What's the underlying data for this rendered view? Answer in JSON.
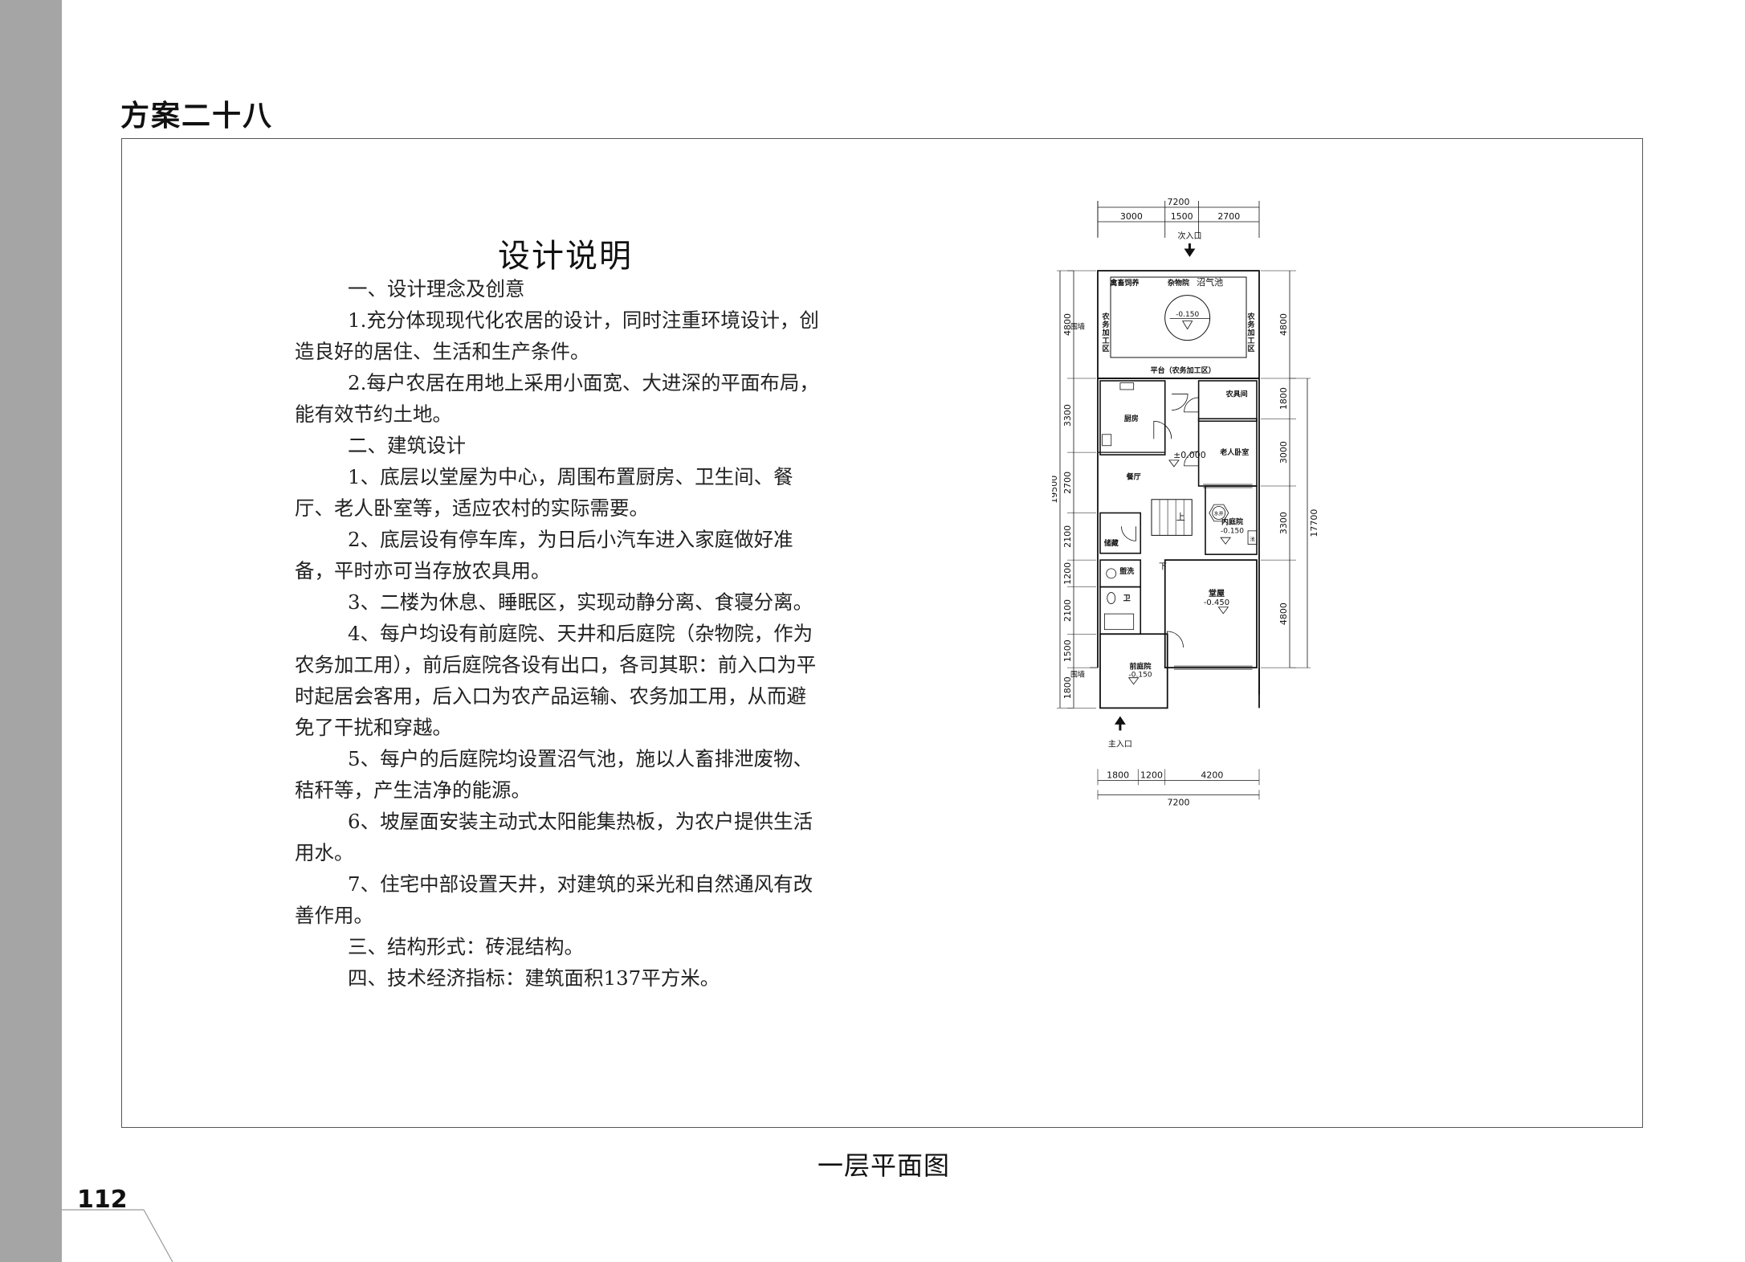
{
  "page": {
    "scheme_title": "方案二十八",
    "page_number": "112",
    "caption": "一层平面图"
  },
  "description": {
    "title": "设计说明",
    "paragraphs": [
      {
        "kind": "sec",
        "text": "一、设计理念及创意"
      },
      {
        "kind": "para",
        "text": "1.充分体现现代化农居的设计，同时注重环境设计，创造良好的居住、生活和生产条件。"
      },
      {
        "kind": "para",
        "text": "2.每户农居在用地上采用小面宽、大进深的平面布局，能有效节约土地。"
      },
      {
        "kind": "sec",
        "text": "二、建筑设计"
      },
      {
        "kind": "para",
        "text": "1、底层以堂屋为中心，周围布置厨房、卫生间、餐厅、老人卧室等，适应农村的实际需要。"
      },
      {
        "kind": "para",
        "text": "2、底层设有停车库，为日后小汽车进入家庭做好准备，平时亦可当存放农具用。"
      },
      {
        "kind": "para",
        "text": "3、二楼为休息、睡眠区，实现动静分离、食寝分离。"
      },
      {
        "kind": "para",
        "text": "4、每户均设有前庭院、天井和后庭院（杂物院，作为农务加工用），前后庭院各设有出口，各司其职：前入口为平时起居会客用，后入口为农产品运输、农务加工用，从而避免了干扰和穿越。"
      },
      {
        "kind": "para",
        "text": "5、每户的后庭院均设置沼气池，施以人畜排泄废物、秸秆等，产生洁净的能源。"
      },
      {
        "kind": "para",
        "text": "6、坡屋面安装主动式太阳能集热板，为农户提供生活用水。"
      },
      {
        "kind": "para",
        "text": "7、住宅中部设置天井，对建筑的采光和自然通风有改善作用。"
      },
      {
        "kind": "sec",
        "text": "三、结构形式：砖混结构。"
      },
      {
        "kind": "sec",
        "text": "四、技术经济指标：建筑面积137平方米。"
      }
    ]
  },
  "plan": {
    "top_dims": {
      "total": "7200",
      "parts": [
        "3000",
        "1500",
        "2700"
      ]
    },
    "bottom_dims": {
      "total": "7200",
      "parts": [
        "1800",
        "1200",
        "4200"
      ]
    },
    "left_dims": {
      "total": "19500",
      "parts": [
        "4800",
        "3300",
        "2700",
        "2100",
        "1200",
        "2100",
        "1500",
        "1800"
      ]
    },
    "right_dims": {
      "total": "17700",
      "parts": [
        "4800",
        "1800",
        "3000",
        "3300",
        "4800"
      ]
    },
    "rooms": {
      "secondary_entry": "次入口",
      "main_entry": "主入口",
      "livestock": "禽畜饲养",
      "yard": "杂物院",
      "biogas": "沼气池",
      "yard_level": "-0.150",
      "processing_left": "农务加工区",
      "processing_right": "农务加工区",
      "wall_top": "围墙",
      "wall_bottom": "围墙",
      "platform": "平台（农务加工区）",
      "kitchen": "厨房",
      "tools": "农具间",
      "elder_bedroom": "老人卧室",
      "dining": "餐厅",
      "dining_level": "±0.000",
      "well": "水井",
      "up": "上",
      "inner_court": "内庭院",
      "inner_court_level": "-0.150",
      "storage": "储藏",
      "wash": "盥洗",
      "down": "下",
      "toilet": "卫",
      "hall": "堂屋",
      "hall_level": "-0.450",
      "front_court": "前庭院",
      "front_court_level": "-0.150",
      "fixture": "池"
    }
  }
}
